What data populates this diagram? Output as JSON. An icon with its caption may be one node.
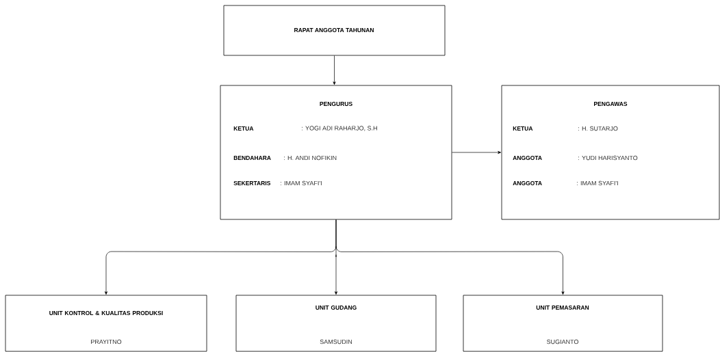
{
  "diagram": {
    "nodes": [
      {
        "text": [
          "RAPAT ANGGOTA TAHUNAN"
        ]
      },
      {
        "text": [
          "PENGURUS",
          "KETUA",
          ": YOGI ADI RAHARJO, S.H",
          "BENDAHARA",
          ": H. ANDI NOFIKIN",
          "SEKERTARIS",
          ": IMAM SYAFI'I"
        ]
      },
      {
        "text": [
          "PENGAWAS",
          "KETUA",
          ": H. SUTARJO",
          "ANGGOTA",
          ": YUDI HARISYANTO",
          "ANGGOTA",
          ": IMAM SYAFI'I"
        ]
      },
      {
        "text": [
          "UNIT KONTROL & KUALITAS PRODUKSI",
          "PRAYITNO"
        ]
      },
      {
        "text": [
          "UNIT GUDANG",
          "SAMSUDIN"
        ]
      },
      {
        "text": [
          "UNIT PEMASARAN",
          "SUGIANTO"
        ]
      }
    ],
    "edges": [
      {
        "from": 0,
        "to": 1,
        "arrow": "to"
      },
      {
        "from": 1,
        "to": 2,
        "arrow": "to"
      },
      {
        "from": 1,
        "to": 3,
        "arrow": "to"
      },
      {
        "from": 1,
        "to": 4,
        "arrow": "to"
      },
      {
        "from": 1,
        "to": 5,
        "arrow": "to"
      }
    ]
  }
}
